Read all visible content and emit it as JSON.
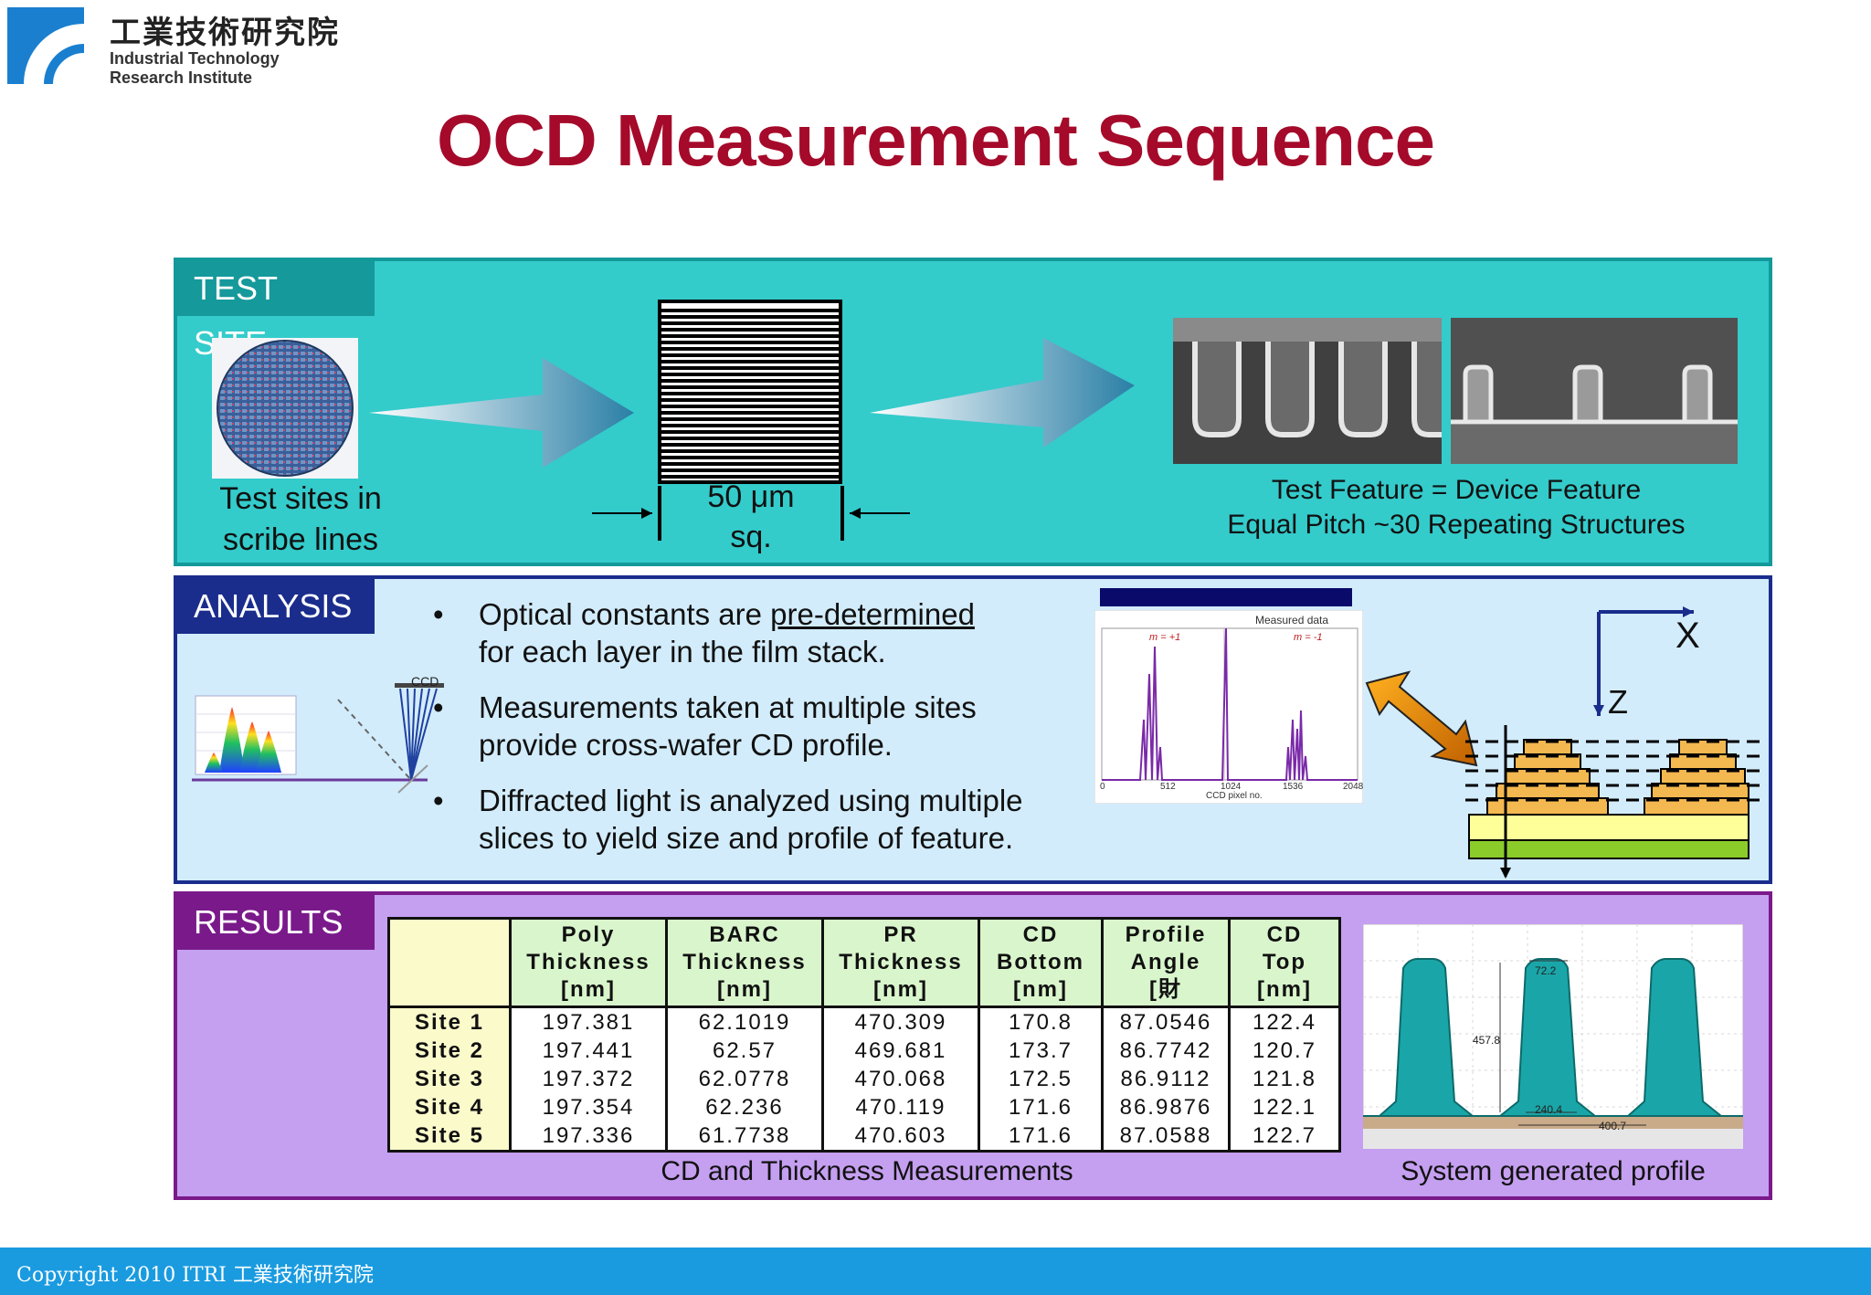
{
  "logo": {
    "cn": "工業技術研究院",
    "en_line1": "Industrial Technology",
    "en_line2": "Research Institute"
  },
  "title": "OCD Measurement Sequence",
  "test_site": {
    "tag": "TEST SITE",
    "caption_line1": "Test sites in",
    "caption_line2": "scribe lines",
    "size_line1": "50 μm",
    "size_line2": "sq.",
    "feature_line1": "Test Feature = Device Feature",
    "feature_line2": "Equal Pitch ~30 Repeating Structures"
  },
  "analysis": {
    "tag": "ANALYSIS",
    "ccd_label": "CCD",
    "bullet_symbol": "•",
    "bullets": [
      {
        "line1_a": "Optical constants are ",
        "line1_u": "pre-determined",
        "line2": "for each layer in the film stack."
      },
      {
        "line1_a": "Measurements taken at multiple sites",
        "line1_u": "",
        "line2": "provide cross-wafer CD profile."
      },
      {
        "line1_a": "Diffracted light is analyzed using multiple",
        "line1_u": "",
        "line2": "slices to yield size and profile of feature."
      }
    ],
    "spectrum": {
      "title": "Measured data",
      "order_plus": "m = +1",
      "order_minus": "m = -1",
      "ticks": [
        "0",
        "512",
        "1024",
        "1536",
        "2048"
      ],
      "xlabel": "CCD pixel no."
    },
    "axis_x": "X",
    "axis_z": "Z"
  },
  "results": {
    "tag": "RESULTS",
    "headers": [
      [
        "Poly",
        "Thickness",
        "[nm]"
      ],
      [
        "BARC",
        "Thickness",
        "[nm]"
      ],
      [
        "PR",
        "Thickness",
        "[nm]"
      ],
      [
        "CD",
        "Bottom",
        "[nm]"
      ],
      [
        "Profile",
        "Angle",
        "[財"
      ],
      [
        "CD",
        "Top",
        "[nm]"
      ]
    ],
    "rows": [
      {
        "site": "Site 1",
        "values": [
          "197.381",
          "62.1019",
          "470.309",
          "170.8",
          "87.0546",
          "122.4"
        ]
      },
      {
        "site": "Site 2",
        "values": [
          "197.441",
          "62.57",
          "469.681",
          "173.7",
          "86.7742",
          "120.7"
        ]
      },
      {
        "site": "Site 3",
        "values": [
          "197.372",
          "62.0778",
          "470.068",
          "172.5",
          "86.9112",
          "121.8"
        ]
      },
      {
        "site": "Site 4",
        "values": [
          "197.354",
          "62.236",
          "470.119",
          "171.6",
          "86.9876",
          "122.1"
        ]
      },
      {
        "site": "Site 5",
        "values": [
          "197.336",
          "61.7738",
          "470.603",
          "171.6",
          "87.0588",
          "122.7"
        ]
      }
    ],
    "table_caption": "CD and Thickness Measurements",
    "profile_caption": "System generated profile",
    "profile_labels": {
      "top": "72.2",
      "height": "457.8",
      "bottom": "240.4",
      "pitch": "400.7"
    }
  },
  "footer": "Copyright 2010 ITRI 工業技術研究院",
  "colors": {
    "title": "#a50a2a",
    "test_bg": "#34cbcb",
    "analysis_bg": "#d2ecfb",
    "results_bg": "#c59ff0",
    "footer": "#1a9be0"
  }
}
